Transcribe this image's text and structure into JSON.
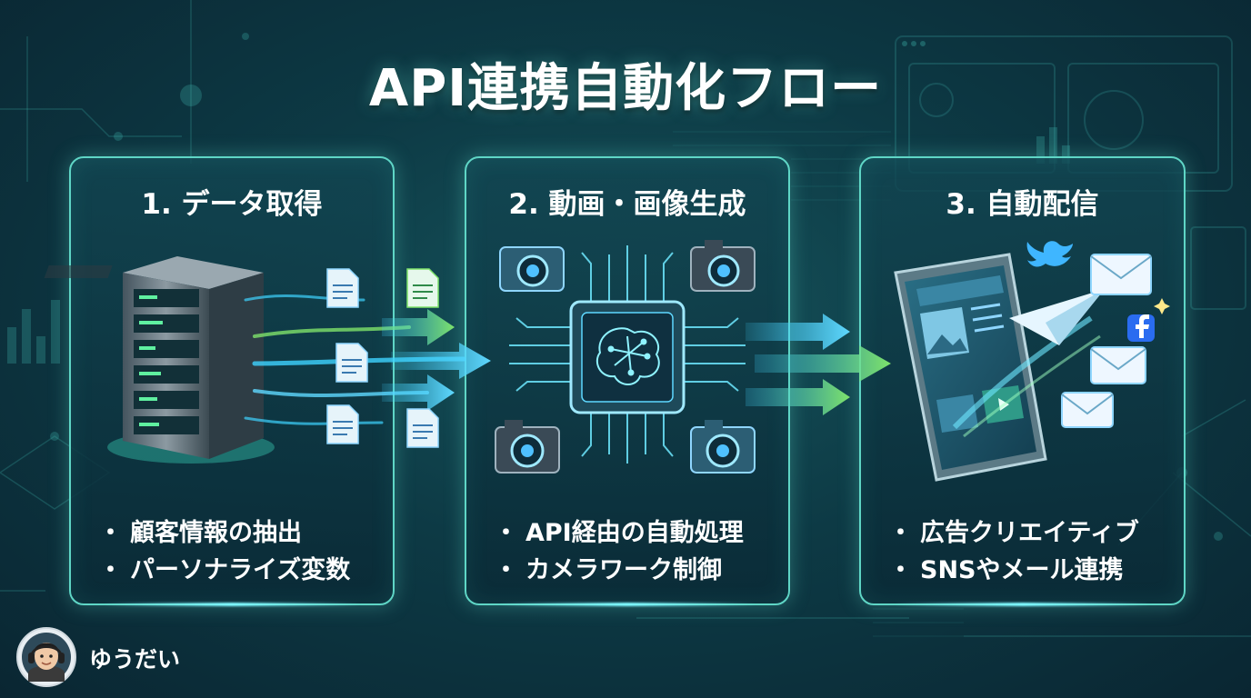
{
  "title": "API連携自動化フロー",
  "steps": [
    {
      "title": "1. データ取得",
      "bullets": [
        "顧客情報の抽出",
        "パーソナライズ変数"
      ]
    },
    {
      "title": "2. 動画・画像生成",
      "bullets": [
        "API経由の自動処理",
        "カメラワーク制御"
      ]
    },
    {
      "title": "3. 自動配信",
      "bullets": [
        "広告クリエイティブ",
        "SNSやメール連携"
      ]
    }
  ],
  "author": {
    "name": "ゆうだい"
  },
  "bullet_marker": "・",
  "colors": {
    "background": "#0d3a45",
    "panel_border": "#5fd6c6",
    "arrow_green": "#7ee26a",
    "arrow_cyan": "#3fd3ff",
    "text": "#ffffff"
  },
  "icons": [
    "server-icon",
    "document-icon",
    "camera-icon",
    "ai-chip-icon",
    "brain-icon",
    "tablet-icon",
    "paper-plane-icon",
    "envelope-icon",
    "twitter-icon",
    "facebook-icon"
  ]
}
